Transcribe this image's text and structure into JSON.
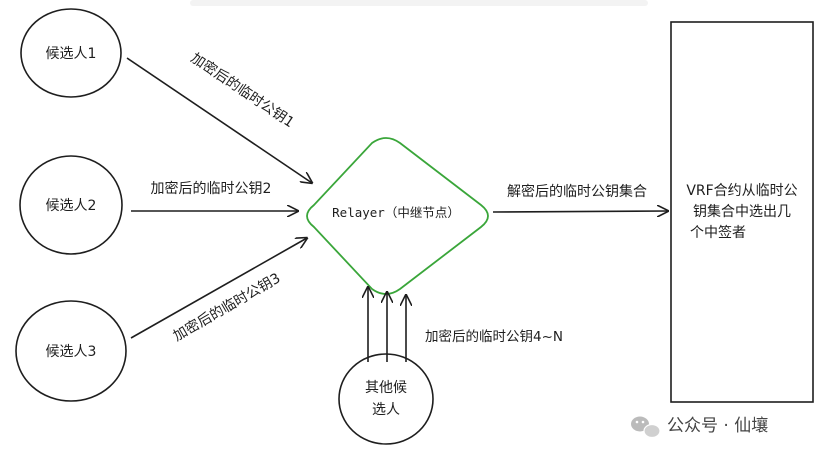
{
  "nodes": {
    "candidate1": "候选人1",
    "candidate2": "候选人2",
    "candidate3": "候选人3",
    "others_line1": "其他候",
    "others_line2": "选人",
    "relayer": "Relayer（中继节点）",
    "vrf_line1": "VRF合约从临时公",
    "vrf_line2": "钥集合中选出几",
    "vrf_line3": "个中签者"
  },
  "edges": {
    "key1": "加密后的临时公钥1",
    "key2": "加密后的临时公钥2",
    "key3": "加密后的临时公钥3",
    "key4n": "加密后的临时公钥4~N",
    "decrypted": "解密后的临时公钥集合"
  },
  "watermark": "公众号 · 仙壤",
  "colors": {
    "stroke": "#1e1e1e",
    "relayer_border": "#3aa63a"
  }
}
